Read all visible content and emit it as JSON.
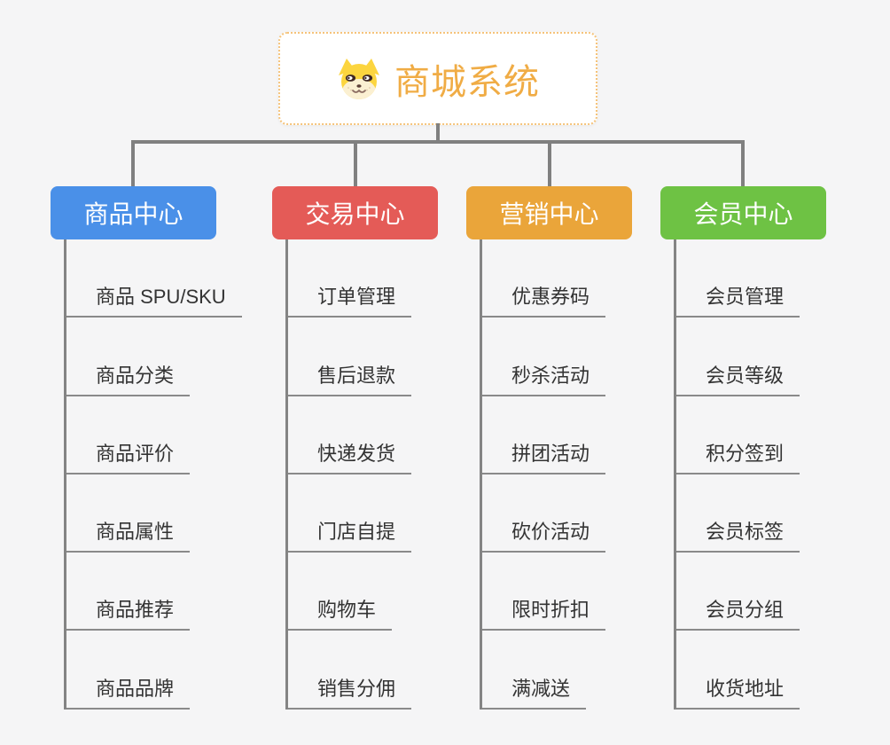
{
  "root": {
    "title": "商城系统",
    "icon": "doge-face-icon"
  },
  "branches": [
    {
      "label": "商品中心",
      "color": "#4a90e8",
      "children": [
        "商品 SPU/SKU",
        "商品分类",
        "商品评价",
        "商品属性",
        "商品推荐",
        "商品品牌"
      ]
    },
    {
      "label": "交易中心",
      "color": "#e45b57",
      "children": [
        "订单管理",
        "售后退款",
        "快递发货",
        "门店自提",
        "购物车",
        "销售分佣"
      ]
    },
    {
      "label": "营销中心",
      "color": "#eaa53a",
      "children": [
        "优惠券码",
        "秒杀活动",
        "拼团活动",
        "砍价活动",
        "限时折扣",
        "满减送"
      ]
    },
    {
      "label": "会员中心",
      "color": "#6ec244",
      "children": [
        "会员管理",
        "会员等级",
        "积分签到",
        "会员标签",
        "会员分组",
        "收货地址"
      ]
    }
  ],
  "colors": {
    "background": "#f5f5f6",
    "root_text": "#f0ac45",
    "root_border": "#f5c37a",
    "connector": "#808080",
    "child_text": "#333333",
    "child_underline": "#8a8a8a"
  }
}
